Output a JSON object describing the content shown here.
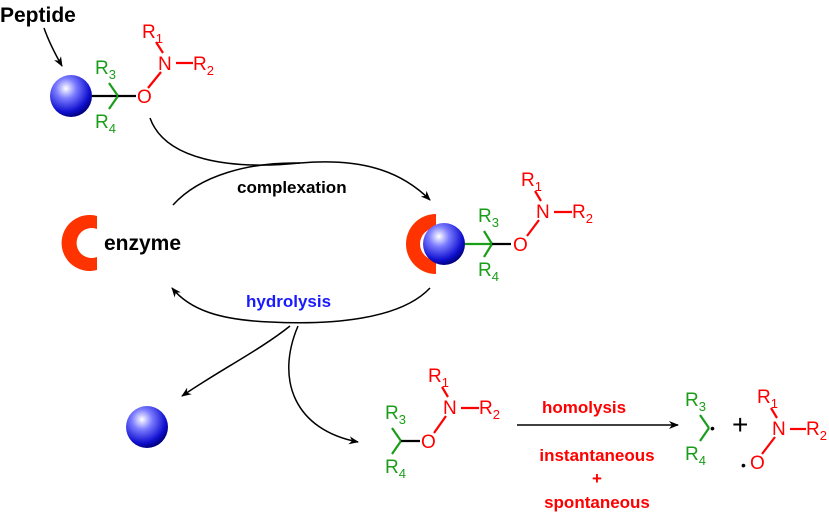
{
  "labels": {
    "peptide": "Peptide",
    "enzyme": "enzyme",
    "complexation": "complexation",
    "hydrolysis": "hydrolysis",
    "homolysis": "homolysis",
    "instantaneous": "instantaneous",
    "plus_word": "+",
    "spontaneous": "spontaneous",
    "plus_sign": "+"
  },
  "atoms": {
    "R": "R",
    "N": "N",
    "O": "O",
    "sub1": "1",
    "sub2": "2",
    "sub3": "3",
    "sub4": "4",
    "radical_dot": "•"
  },
  "colors": {
    "red": "#ff0000",
    "green": "#1a9e1a",
    "blue_text": "#1a1aff",
    "black": "#000000",
    "enzyme_red": "#ff3300",
    "sphere_dark": "#0000a0",
    "sphere_light": "#ffffff"
  }
}
